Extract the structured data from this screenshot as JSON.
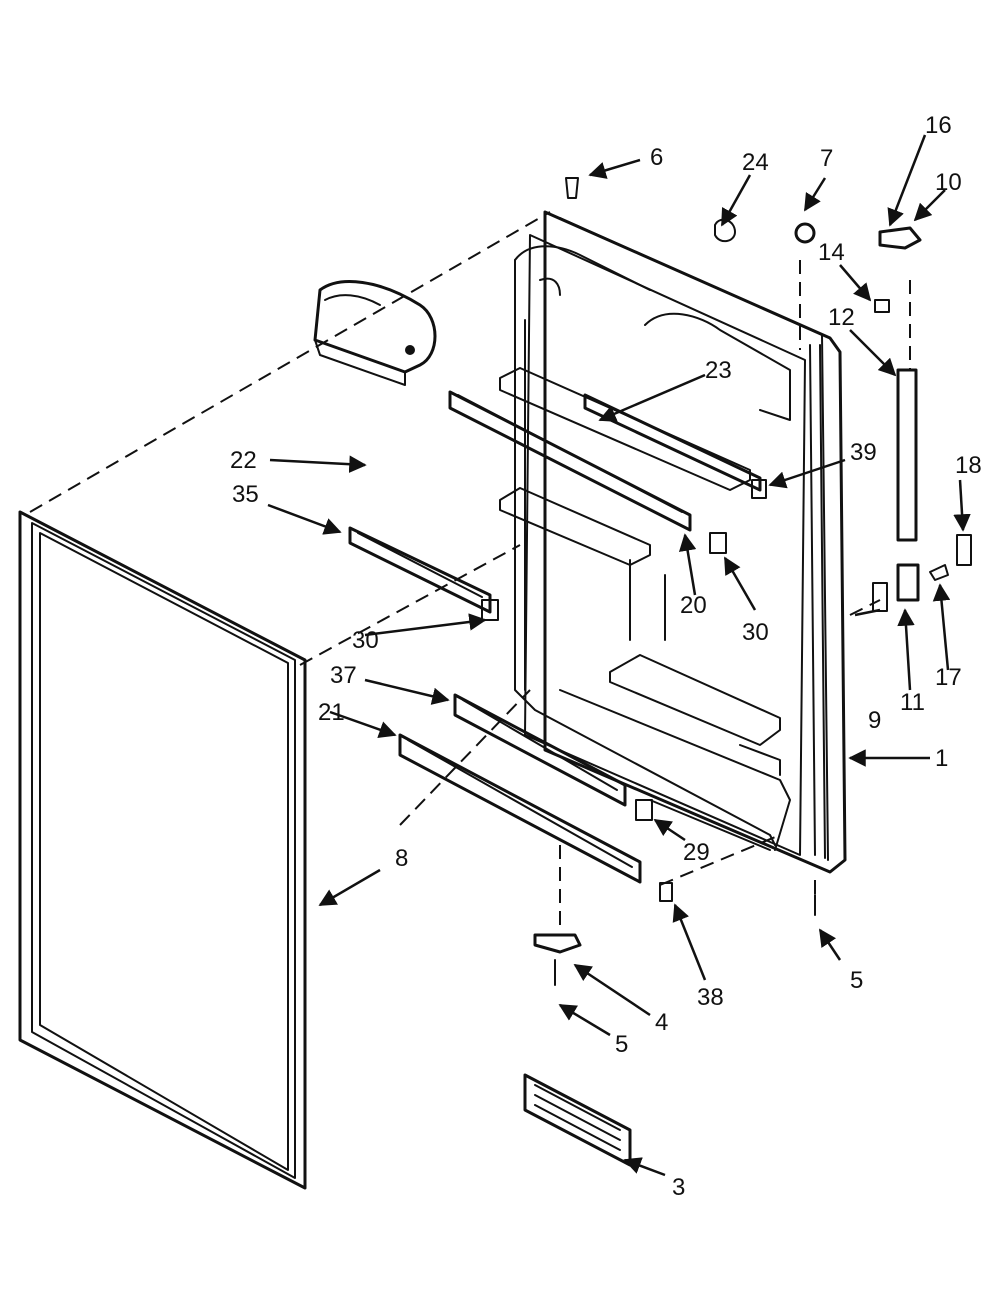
{
  "callouts": [
    {
      "id": "c1",
      "label": "1"
    },
    {
      "id": "c3",
      "label": "3"
    },
    {
      "id": "c4",
      "label": "4"
    },
    {
      "id": "c5a",
      "label": "5"
    },
    {
      "id": "c5b",
      "label": "5"
    },
    {
      "id": "c6",
      "label": "6"
    },
    {
      "id": "c7",
      "label": "7"
    },
    {
      "id": "c8",
      "label": "8"
    },
    {
      "id": "c9",
      "label": "9"
    },
    {
      "id": "c10",
      "label": "10"
    },
    {
      "id": "c11",
      "label": "11"
    },
    {
      "id": "c12",
      "label": "12"
    },
    {
      "id": "c14",
      "label": "14"
    },
    {
      "id": "c16",
      "label": "16"
    },
    {
      "id": "c17",
      "label": "17"
    },
    {
      "id": "c18",
      "label": "18"
    },
    {
      "id": "c20",
      "label": "20"
    },
    {
      "id": "c21",
      "label": "21"
    },
    {
      "id": "c22",
      "label": "22"
    },
    {
      "id": "c23",
      "label": "23"
    },
    {
      "id": "c24",
      "label": "24"
    },
    {
      "id": "c29",
      "label": "29"
    },
    {
      "id": "c30a",
      "label": "30"
    },
    {
      "id": "c30b",
      "label": "30"
    },
    {
      "id": "c35",
      "label": "35"
    },
    {
      "id": "c37",
      "label": "37"
    },
    {
      "id": "c38",
      "label": "38"
    },
    {
      "id": "c39",
      "label": "39"
    }
  ]
}
